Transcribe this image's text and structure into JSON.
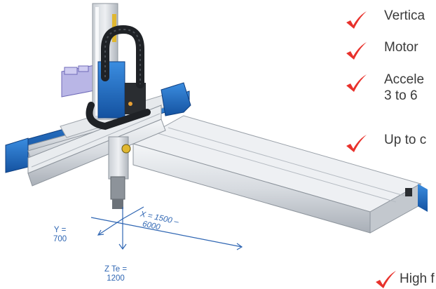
{
  "features": [
    {
      "line1": "Vertica",
      "line2": ""
    },
    {
      "line1": "Motor",
      "line2": ""
    },
    {
      "line1": "Accele",
      "line2": "3 to 6"
    },
    {
      "line1": "Up to c",
      "line2": ""
    },
    {
      "line1": "High f",
      "line2": ""
    }
  ],
  "axes": {
    "y_label": "Y =",
    "y_value": "700",
    "x_label": "X = 1500 –",
    "x_value": "6000",
    "z_label": "Z Te =",
    "z_value": "1200"
  },
  "colors": {
    "check_red": "#e8312b",
    "frame_blue": "#1f6fc1",
    "rail_silver": "#d9dde2",
    "axis_blue": "#2f66b3",
    "motor_lilac": "#b9b6e6",
    "text": "#3a3a3a"
  },
  "icons": [
    "check-icon",
    "drag-chain-icon",
    "motor-icon"
  ]
}
